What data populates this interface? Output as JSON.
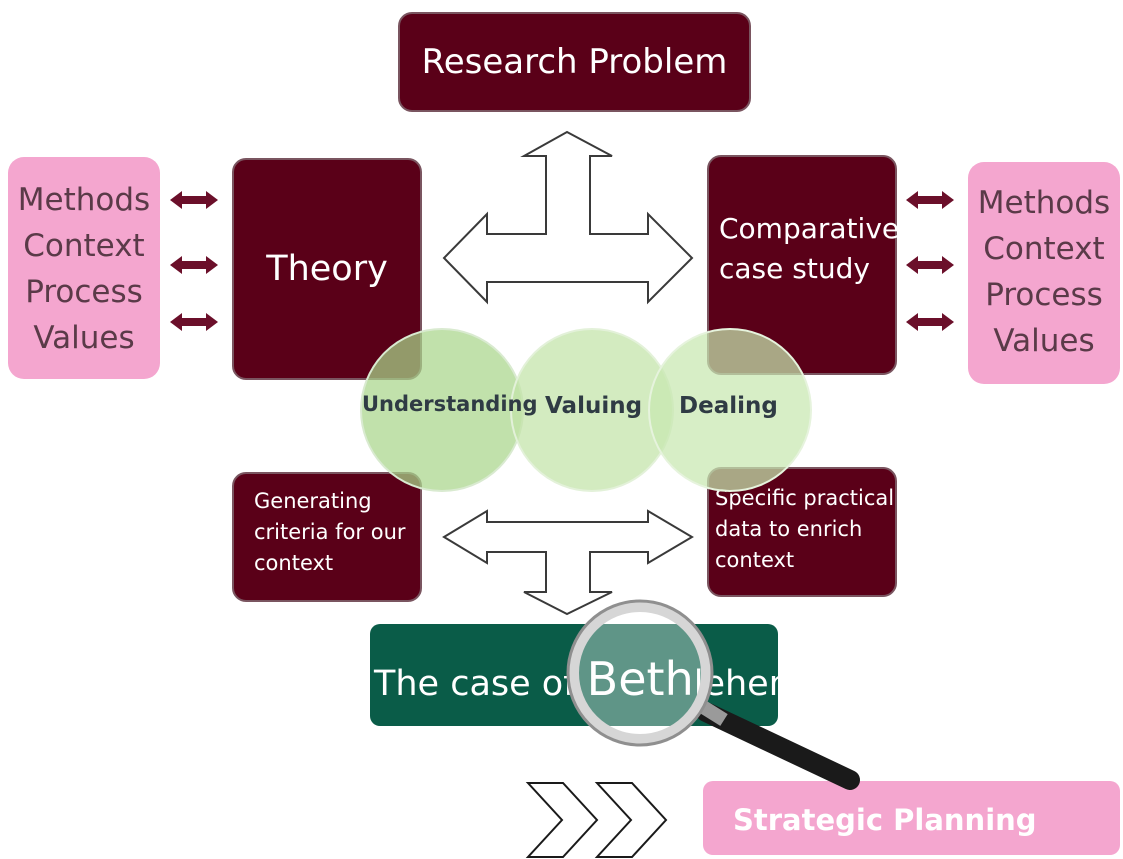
{
  "research_problem": "Research Problem",
  "theory": "Theory",
  "comparative": {
    "line1": "Comparative",
    "line2": "case study"
  },
  "left_list": [
    "Methods",
    "Context",
    "Process",
    "Values"
  ],
  "right_list": [
    "Methods",
    "Context",
    "Process",
    "Values"
  ],
  "circles": [
    "Understanding",
    "Valuing",
    "Dealing"
  ],
  "generating": [
    "Generating",
    "criteria for our",
    "context"
  ],
  "specific": [
    "Specific practical",
    "data to enrich",
    "context"
  ],
  "case": {
    "prefix": "The case of ",
    "magnified": "Beth",
    "suffix": "lehem"
  },
  "strategic": "Strategic Planning",
  "colors": {
    "maroon": "#5a0018",
    "pink": "#f4a6cf",
    "teal": "#0a5c48",
    "circle_green": "#a9d58a"
  },
  "icons": [
    "double-arrow-icon",
    "magnifier-icon",
    "chevron-icon"
  ]
}
